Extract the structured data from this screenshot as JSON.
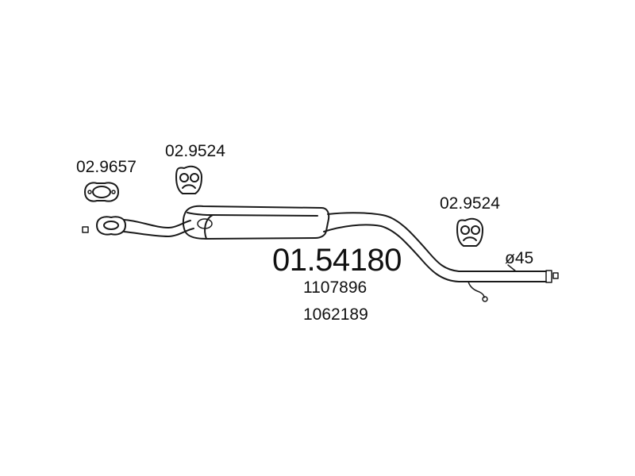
{
  "part_labels": {
    "gasket": "02.9657",
    "mount_left": "02.9524",
    "mount_right": "02.9524"
  },
  "main_part_number": "01.54180",
  "oe_numbers": [
    "1107896",
    "1062189"
  ],
  "pipe_diameter": "ø45",
  "colors": {
    "line": "#1a1a1a",
    "background": "#ffffff"
  }
}
